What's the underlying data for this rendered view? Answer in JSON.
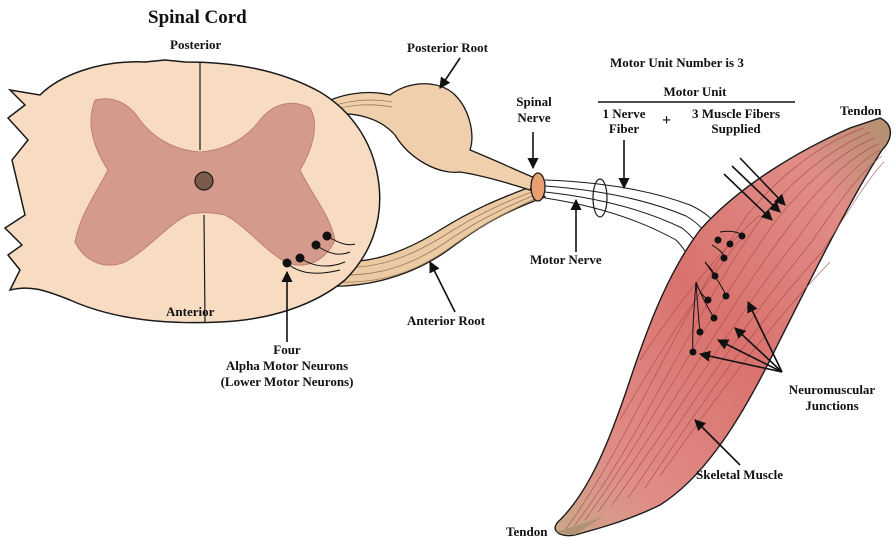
{
  "title": "Spinal Cord",
  "labels": {
    "posterior": "Posterior",
    "anterior": "Anterior",
    "posterior_root": "Posterior Root",
    "spinal_nerve_line1": "Spinal",
    "spinal_nerve_line2": "Nerve",
    "motor_unit_number": "Motor Unit Number is 3",
    "motor_unit": "Motor Unit",
    "nerve_fiber_line1": "1 Nerve",
    "nerve_fiber_line2": "Fiber",
    "plus": "+",
    "muscle_fibers_line1": "3 Muscle Fibers",
    "muscle_fibers_line2": "Supplied",
    "tendon_top": "Tendon",
    "tendon_bottom": "Tendon",
    "motor_nerve": "Motor Nerve",
    "anterior_root": "Anterior Root",
    "four": "Four",
    "alpha_motor_neurons": "Alpha Motor Neurons",
    "lower_motor_neurons": "(Lower Motor Neurons)",
    "neuromuscular_line1": "Neuromuscular",
    "neuromuscular_line2": "Junctions",
    "skeletal_muscle": "Skeletal Muscle"
  },
  "colors": {
    "white_matter": "#f7dcc2",
    "gray_matter": "#d49a8c",
    "central_canal": "#7a5a4a",
    "nerve": "#e8c39c",
    "muscle": "#d9726e",
    "muscle_striation": "#b94a4a",
    "tendon": "#b8a184",
    "outline": "#1a1a1a"
  }
}
